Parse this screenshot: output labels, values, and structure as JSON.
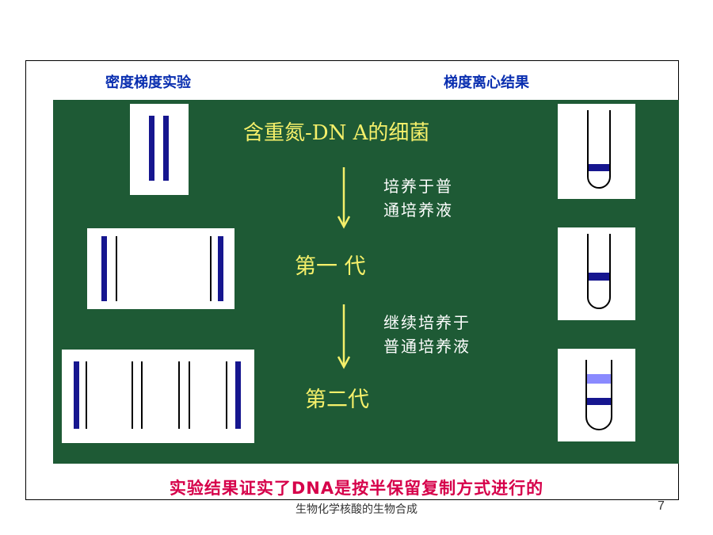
{
  "headers": {
    "left": "密度梯度实验",
    "right": "梯度离心结果"
  },
  "center": {
    "title": "含重氮-DN A的细菌",
    "step1": [
      "培养于普",
      "通培养液"
    ],
    "gen1": "第一 代",
    "step2": [
      "继续培养于",
      "普通培养液"
    ],
    "gen2": "第二代"
  },
  "conclusion": "实验结果证实了DNA是按半保留复制方式进行的",
  "footer": "生物化学核酸的生物合成",
  "page_number": "7",
  "colors": {
    "panel": "#1e5a35",
    "heavy_strand": "#16168f",
    "light_strand": "#000000",
    "hybrid_light_band": "#8a8aff",
    "title_text": "#f5f06a",
    "header_text": "#0a2fb0",
    "conclusion_text": "#d6004a"
  }
}
